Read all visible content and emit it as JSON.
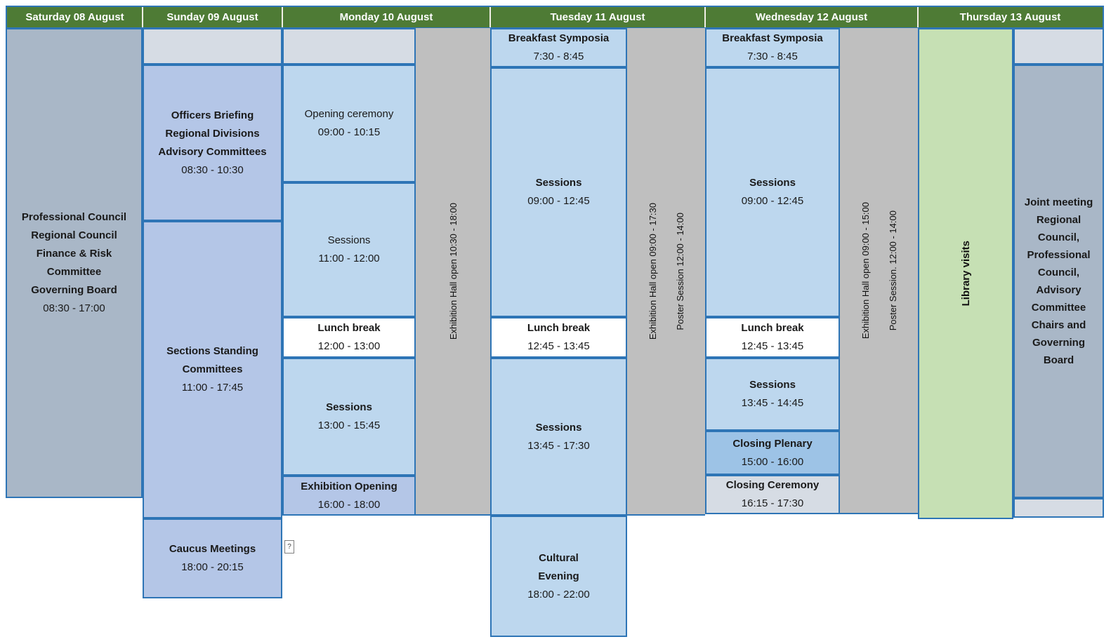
{
  "colors": {
    "header_green": "#4e7b35",
    "border_blue": "#2e75b6",
    "header_divider": "#f1efe6",
    "steel_blue_gray": "#a9b7c7",
    "periwinkle": "#b4c6e7",
    "light_blue": "#bdd7ee",
    "pale_blue_gray": "#d6dce4",
    "gray_strip": "#bfbfbf",
    "medium_blue": "#9dc3e6",
    "light_green": "#c6e0b4",
    "white": "#ffffff"
  },
  "days": [
    {
      "label": "Saturday 08 August",
      "events": [
        {
          "title": "Professional Council\nRegional Council\nFinance & Risk\nCommittee\nGoverning Board",
          "time": "08:30 - 17:00"
        }
      ]
    },
    {
      "label": "Sunday 09 August",
      "events": [
        {
          "title": "Officers Briefing\nRegional Divisions\nAdvisory Committees",
          "time": "08:30 - 10:30"
        },
        {
          "title": "Sections Standing\nCommittees",
          "time": "11:00 - 17:45"
        },
        {
          "title": "Caucus Meetings",
          "time": "18:00 - 20:15"
        }
      ]
    },
    {
      "label": "Monday 10 August",
      "events": [
        {
          "title": "Opening ceremony",
          "time": "09:00 - 10:15"
        },
        {
          "title": "Sessions",
          "time": "11:00 - 12:00"
        },
        {
          "title": "Lunch break",
          "time": "12:00 - 13:00"
        },
        {
          "title": "Sessions",
          "time": "13:00 - 15:45"
        },
        {
          "title": "Exhibition Opening",
          "time": "16:00 - 18:00"
        }
      ],
      "sidebar": [
        "Exhibition Hall open 10:30 - 18:00"
      ]
    },
    {
      "label": "Tuesday 11 August",
      "events": [
        {
          "title": "Breakfast Symposia",
          "time": "7:30 - 8:45"
        },
        {
          "title": "Sessions",
          "time": "09:00 - 12:45"
        },
        {
          "title": "Lunch break",
          "time": "12:45 - 13:45"
        },
        {
          "title": "Sessions",
          "time": "13:45 - 17:30"
        },
        {
          "title": "Cultural\nEvening",
          "time": "18:00 - 22:00"
        }
      ],
      "sidebar": [
        "Exhibition Hall open 09:00 - 17:30",
        "Poster Session 12:00 - 14:00"
      ]
    },
    {
      "label": "Wednesday 12 August",
      "events": [
        {
          "title": "Breakfast Symposia",
          "time": "7:30 - 8:45"
        },
        {
          "title": "Sessions",
          "time": "09:00 - 12:45"
        },
        {
          "title": "Lunch break",
          "time": "12:45 - 13:45"
        },
        {
          "title": "Sessions",
          "time": "13:45 - 14:45"
        },
        {
          "title": "Closing Plenary",
          "time": "15:00 - 16:00"
        },
        {
          "title": "Closing Ceremony",
          "time": "16:15 - 17:30"
        }
      ],
      "sidebar": [
        "Exhibition Hall open 09:00 - 15:00",
        "Poster Session. 12:00 - 14:00"
      ]
    },
    {
      "label": "Thursday 13 August",
      "events": [
        {
          "title": "Library visits"
        },
        {
          "title": "Joint meeting\nRegional\nCouncil,\nProfessional\nCouncil,\nAdvisory\nCommittee\nChairs and\nGoverning\nBoard"
        }
      ]
    }
  ],
  "artifacts": {
    "missing_character": "?"
  }
}
